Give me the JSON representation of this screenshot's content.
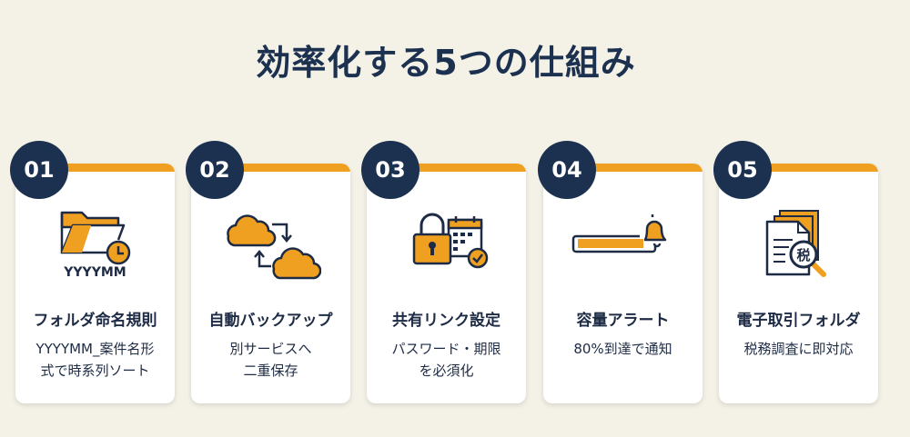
{
  "title": "効率化する5つの仕組み",
  "colors": {
    "navy": "#1c3050",
    "orange": "#f0a020",
    "background": "#f4f2e7"
  },
  "cards": [
    {
      "number": "01",
      "icon": "folder-clock-icon",
      "icon_label": "YYYYMM",
      "title": "フォルダ命名規則",
      "description": "YYYYMM_案件名形\n式で時系列ソート"
    },
    {
      "number": "02",
      "icon": "cloud-sync-icon",
      "title": "自動バックアップ",
      "description": "別サービスへ\n二重保存"
    },
    {
      "number": "03",
      "icon": "lock-calendar-icon",
      "title": "共有リンク設定",
      "description": "パスワード・期限\nを必須化"
    },
    {
      "number": "04",
      "icon": "capacity-bell-icon",
      "title": "容量アラート",
      "description": "80%到達で通知",
      "capacity_fill": 0.8
    },
    {
      "number": "05",
      "icon": "tax-document-search-icon",
      "icon_label": "税",
      "title": "電子取引フォルダ",
      "description": "税務調査に即対応"
    }
  ]
}
